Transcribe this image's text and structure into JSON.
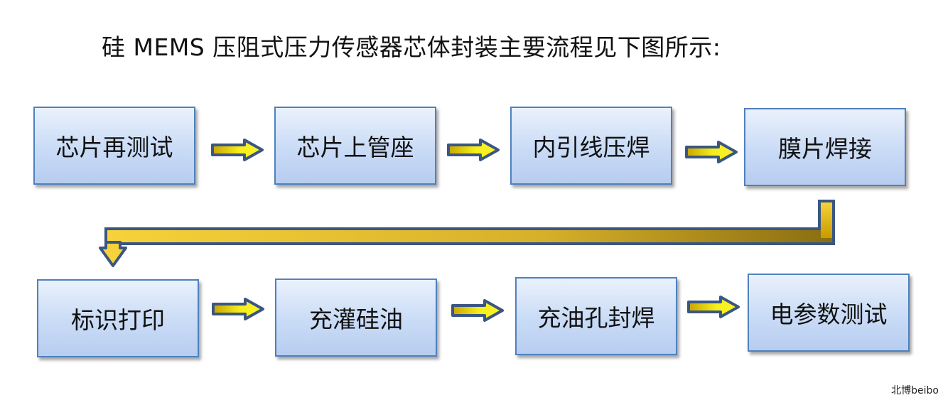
{
  "title": "硅 MEMS 压阻式压力传感器芯体封装主要流程见下图所示:",
  "flow_row1": [
    "芯片再测试",
    "芯片上管座",
    "内引线压焊",
    "膜片焊接"
  ],
  "flow_row2": [
    "标识打印",
    "充灌硅油",
    "充油孔封焊",
    "电参数测试"
  ],
  "colors": {
    "box_border": "#4f81bd",
    "box_fill": "#c9dbf6",
    "arrow_outline": "#3a5682",
    "arrow_fill": "#f2e600"
  },
  "footer": "北博beibo"
}
